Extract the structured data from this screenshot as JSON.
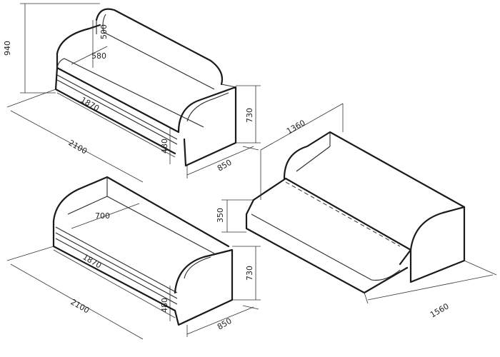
{
  "views": {
    "sofa_folded": {
      "height_total": "940",
      "back_height": "500",
      "seat_depth": "580",
      "seat_length": "1870",
      "total_length": "2100",
      "arm_height": "730",
      "seat_height": "480",
      "depth": "850"
    },
    "sofa_open_back": {
      "seat_depth": "700",
      "seat_length": "1870",
      "total_length": "2100",
      "arm_height": "730",
      "seat_height": "480",
      "depth": "850"
    },
    "sofa_bed_unfolded": {
      "bed_width": "1360",
      "bed_height": "350",
      "bed_length": "1560"
    }
  }
}
